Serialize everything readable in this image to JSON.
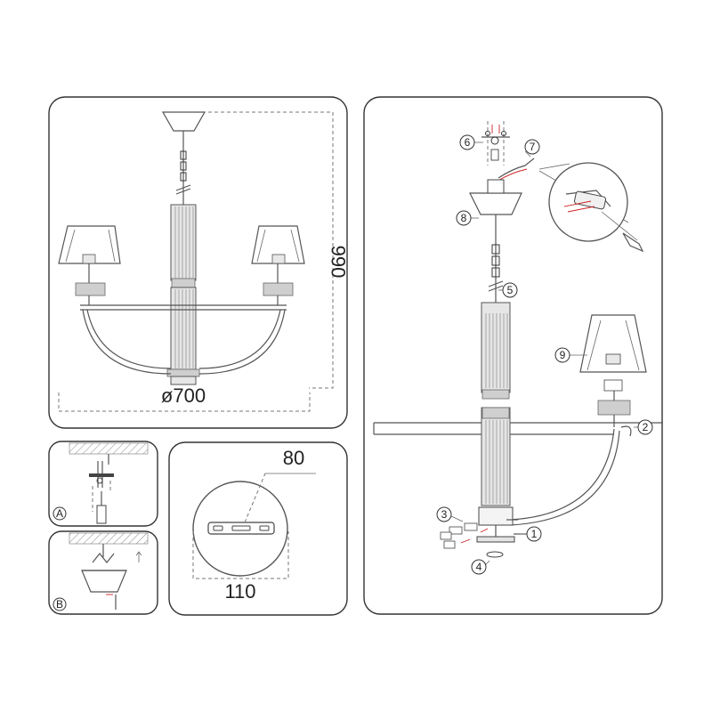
{
  "dimensions": {
    "height": "990",
    "diameter": "ø700",
    "canopy_height": "80",
    "canopy_diameter": "110"
  },
  "step_labels": [
    "A",
    "B"
  ],
  "parts": [
    "1",
    "2",
    "3",
    "4",
    "5",
    "6",
    "7",
    "8",
    "9"
  ]
}
